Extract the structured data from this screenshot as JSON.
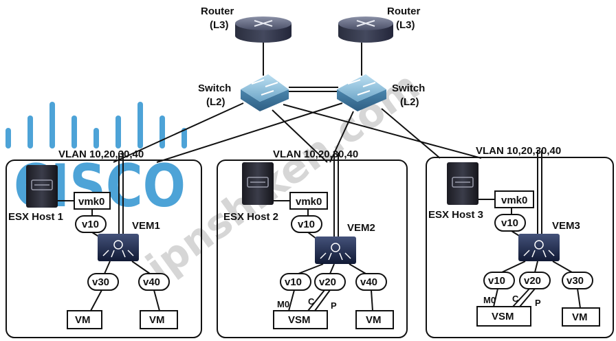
{
  "watermark": {
    "brand": "CISCO",
    "site": "jpnshiken.com"
  },
  "routers": [
    {
      "name": "Router",
      "layer": "(L3)"
    },
    {
      "name": "Router",
      "layer": "(L3)"
    }
  ],
  "switches": [
    {
      "name": "Switch",
      "layer": "(L2)"
    },
    {
      "name": "Switch",
      "layer": "(L2)"
    }
  ],
  "hosts": [
    {
      "name": "ESX Host 1",
      "vlan": "VLAN 10,20,30,40",
      "vmk": "vmk0",
      "vmk_vlan": "v10",
      "vem": "VEM1",
      "vlans": [
        "v30",
        "v40"
      ],
      "vms": [
        "VM",
        "VM"
      ]
    },
    {
      "name": "ESX Host 2",
      "vlan": "VLAN 10,20,30,40",
      "vmk": "vmk0",
      "vmk_vlan": "v10",
      "vem": "VEM2",
      "vlans": [
        "v10",
        "v20",
        "v40"
      ],
      "vsm": "VSM",
      "vsm_ports": [
        "M0",
        "C",
        "P"
      ],
      "vms": [
        "VM"
      ]
    },
    {
      "name": "ESX Host 3",
      "vlan": "VLAN 10,20,30,40",
      "vmk": "vmk0",
      "vmk_vlan": "v10",
      "vem": "VEM3",
      "vlans": [
        "v10",
        "v20",
        "v30"
      ],
      "vsm": "VSM",
      "vsm_ports": [
        "M0",
        "C",
        "P"
      ],
      "vms": [
        "VM"
      ]
    }
  ],
  "colors": {
    "line": "#111111",
    "router": "#3a3f52",
    "switch": "#6fa4c2",
    "vem": "#1f2c4f",
    "watermark_blue": "#2f93d1",
    "watermark_gray": "#c9c9c9"
  }
}
